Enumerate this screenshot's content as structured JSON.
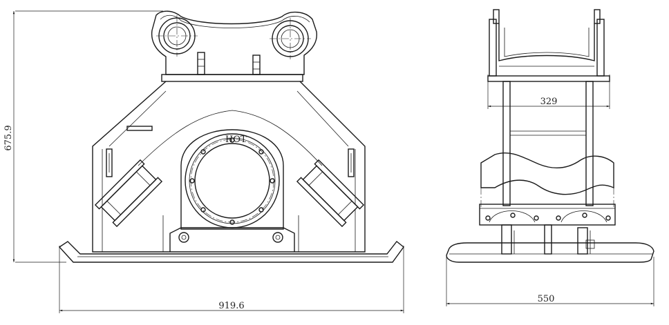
{
  "drawing": {
    "dimensions": {
      "height": "675.9",
      "width_front": "919.6",
      "width_side": "550",
      "bracket_width": "329"
    },
    "plate_mark": "HOT"
  }
}
